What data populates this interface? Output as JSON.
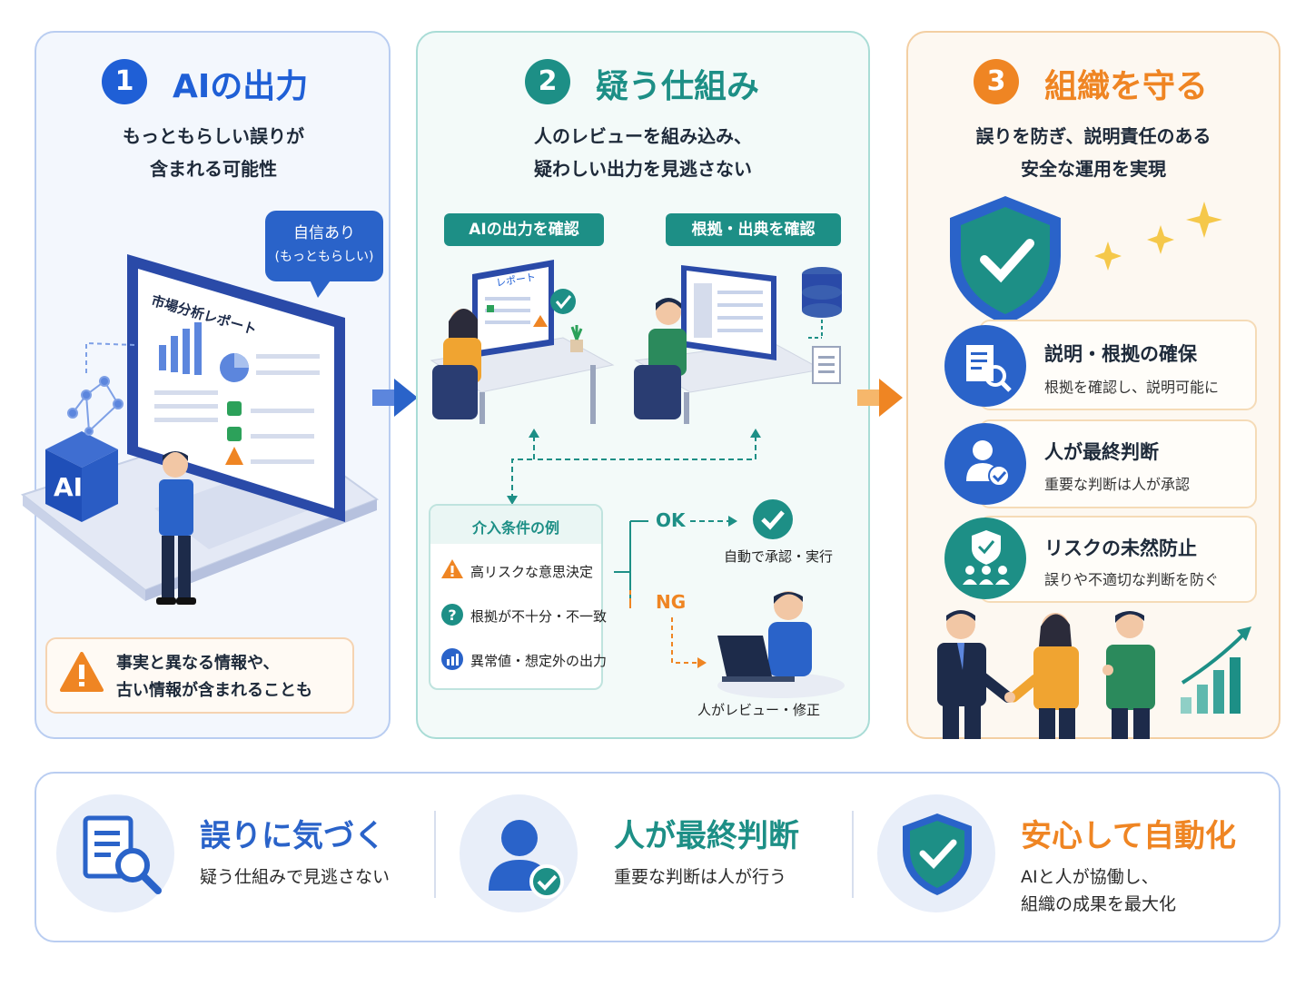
{
  "panel1": {
    "number": "1",
    "title": "AIの出力",
    "subtitle_line1": "もっともらしい誤りが",
    "subtitle_line2": "含まれる可能性",
    "bubble_line1": "自信あり",
    "bubble_line2": "(もっともらしい)",
    "report_title": "市場分析レポート",
    "ai_label": "AI",
    "warning_line1": "事実と異なる情報や、",
    "warning_line2": "古い情報が含まれることも"
  },
  "panel2": {
    "number": "2",
    "title": "疑う仕組み",
    "subtitle_line1": "人のレビューを組み込み、",
    "subtitle_line2": "疑わしい出力を見逃さない",
    "tag_left": "AIの出力を確認",
    "tag_right": "根拠・出典を確認",
    "screen_label": "レポート",
    "conditions_title": "介入条件の例",
    "conditions": [
      "高リスクな意思決定",
      "根拠が不十分・不一致",
      "異常値・想定外の出力"
    ],
    "ok_label": "OK",
    "ok_result": "自動で承認・実行",
    "ng_label": "NG",
    "ng_result": "人がレビュー・修正"
  },
  "panel3": {
    "number": "3",
    "title": "組織を守る",
    "subtitle_line1": "誤りを防ぎ、説明責任のある",
    "subtitle_line2": "安全な運用を実現",
    "cards": [
      {
        "title": "説明・根拠の確保",
        "desc": "根拠を確認し、説明可能に"
      },
      {
        "title": "人が最終判断",
        "desc": "重要な判断は人が承認"
      },
      {
        "title": "リスクの未然防止",
        "desc": "誤りや不適切な判断を防ぐ"
      }
    ]
  },
  "bottom": [
    {
      "title": "誤りに気づく",
      "desc_line1": "疑う仕組みで見逃さない",
      "desc_line2": ""
    },
    {
      "title": "人が最終判断",
      "desc_line1": "重要な判断は人が行う",
      "desc_line2": ""
    },
    {
      "title": "安心して自動化",
      "desc_line1": "AIと人が協働し、",
      "desc_line2": "組織の成果を最大化"
    }
  ],
  "colors": {
    "blue": "#1f5fd6",
    "teal": "#1d8f86",
    "orange": "#ef8523"
  }
}
